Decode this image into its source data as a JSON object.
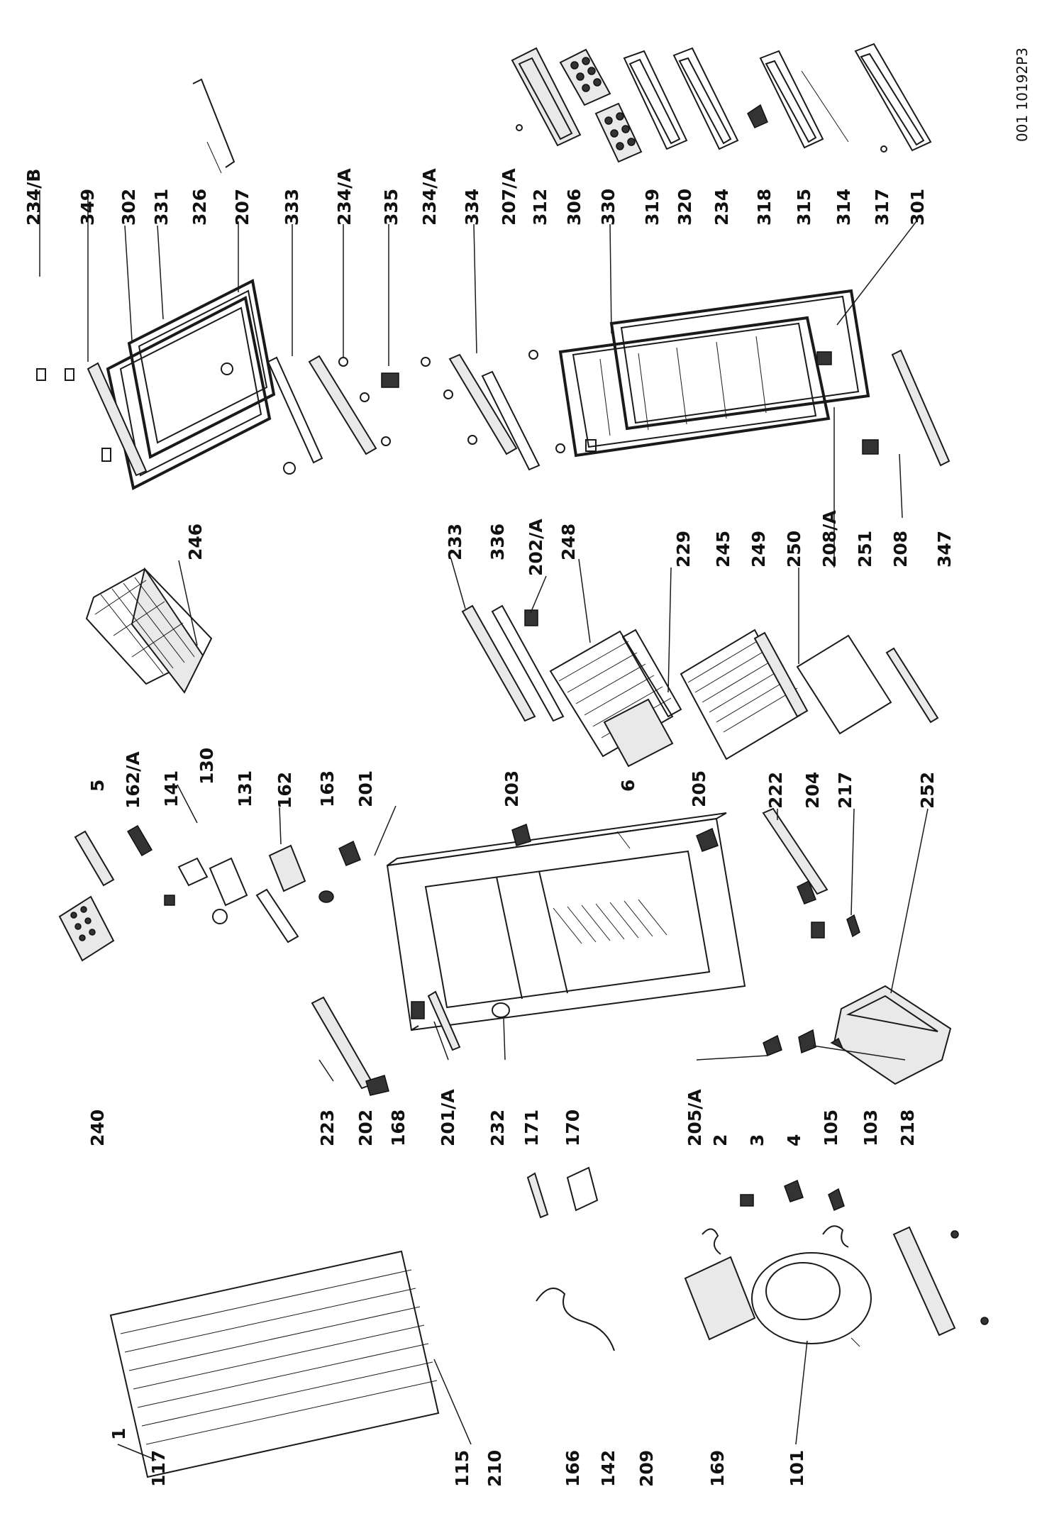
{
  "diagram": {
    "drawing_code": "001 10192P3",
    "part_numbers": [
      "234/B",
      "349",
      "302",
      "331",
      "326",
      "207",
      "333",
      "234/A",
      "335",
      "234/A",
      "334",
      "207/A",
      "312",
      "306",
      "330",
      "319",
      "320",
      "234",
      "318",
      "315",
      "314",
      "317",
      "301",
      "246",
      "233",
      "336",
      "202/A",
      "248",
      "229",
      "245",
      "249",
      "250",
      "208/A",
      "251",
      "208",
      "347",
      "5",
      "162/A",
      "141",
      "130",
      "131",
      "162",
      "163",
      "201",
      "203",
      "6",
      "205",
      "222",
      "204",
      "217",
      "252",
      "240",
      "223",
      "202",
      "168",
      "201/A",
      "232",
      "171",
      "170",
      "205/A",
      "2",
      "3",
      "4",
      "105",
      "103",
      "218",
      "1",
      "117",
      "115",
      "210",
      "166",
      "142",
      "209",
      "169",
      "101"
    ]
  }
}
